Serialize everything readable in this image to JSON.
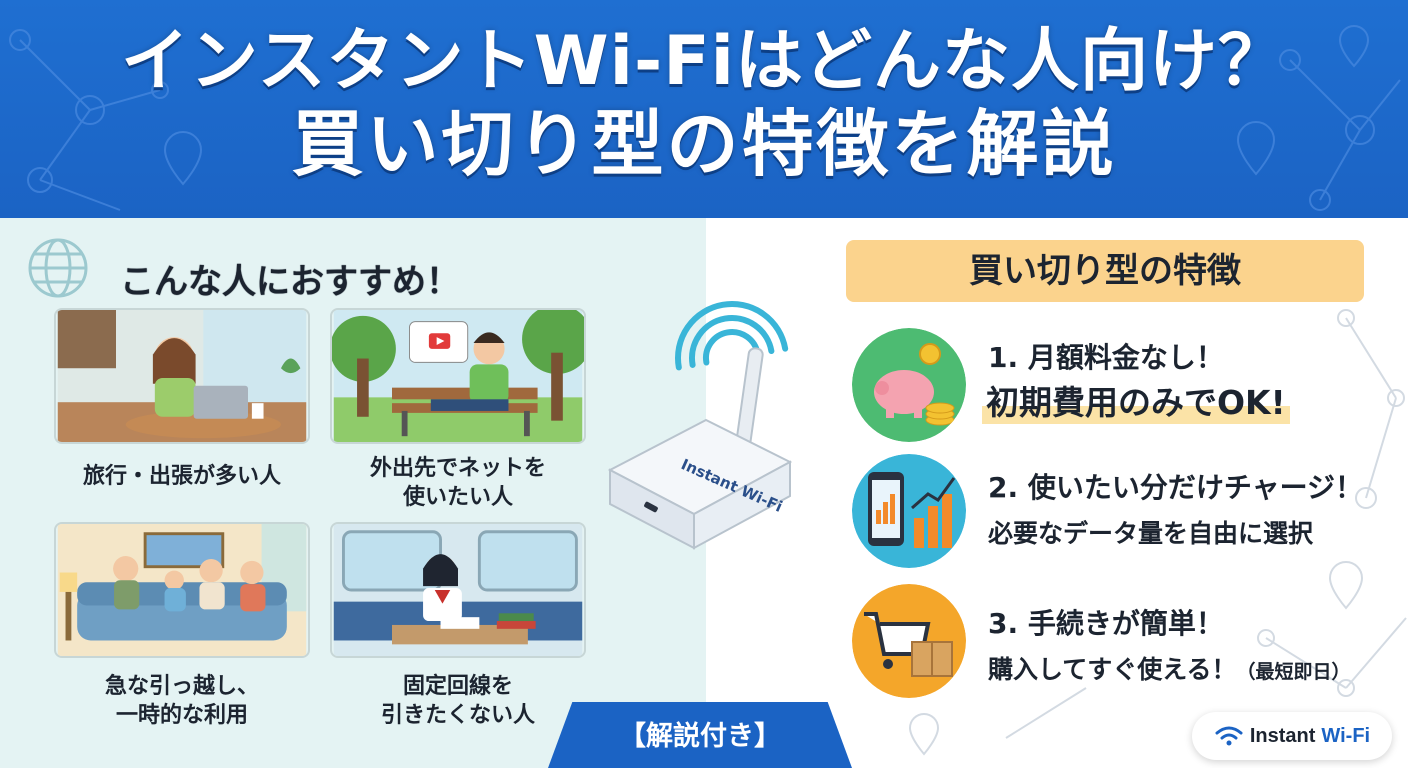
{
  "header": {
    "title_line1": "インスタントWi-Fiはどんな人向け？",
    "title_line2": "買い切り型の特徴を解説",
    "bg_color": "#1f6fd1"
  },
  "left": {
    "title": "こんな人におすすめ！",
    "cards": [
      {
        "caption": "旅行・出張が多い人",
        "scene": "cafe-laptop-woman"
      },
      {
        "caption": "外出先でネットを\n使いたい人",
        "scene": "park-bench-phone-man"
      },
      {
        "caption": "急な引っ越し、\n一時的な利用",
        "scene": "family-sofa-devices"
      },
      {
        "caption": "固定回線を\n引きたくない人",
        "scene": "student-train-study"
      }
    ]
  },
  "device": {
    "label": "Instant Wi-Fi"
  },
  "right": {
    "title": "買い切り型の特徴",
    "features": [
      {
        "line1": "1. 月額料金なし！",
        "line2": "初期費用のみでOK!",
        "icon": "piggy-bank-coins-icon"
      },
      {
        "line1": "2. 使いたい分だけチャージ！",
        "line2": "必要なデータ量を自由に選択",
        "icon": "phone-bar-chart-icon"
      },
      {
        "line1": "3. 手続きが簡単！",
        "line2_main": "購入してすぐ使える！",
        "line2_note": "（最短即日）",
        "icon": "cart-box-icon"
      }
    ]
  },
  "footer": {
    "tab_label": "【解説付き】",
    "logo_word1": "Instant",
    "logo_word2": "Wi-Fi",
    "accent_color": "#1b63c4"
  }
}
